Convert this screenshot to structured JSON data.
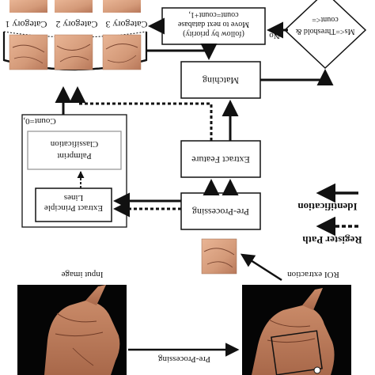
{
  "database": {
    "categories": [
      "Category 1",
      "Category 2",
      "Category 3"
    ]
  },
  "left_panel": {
    "count_init": "Count=0,",
    "classification_line1": "Palmprint",
    "classification_line2": "Classification",
    "principle_line1": "Extract Principle",
    "principle_line2": "Lines"
  },
  "pipeline": {
    "matching": "Matching",
    "extract_feature": "Extract Feature",
    "pre_processing": "Pre-Processing",
    "next_db_line1": "count=count+1,",
    "next_db_line2": "Move to next database",
    "next_db_line3": "(follow by priority)",
    "decision_line1": "count<=",
    "decision_line2": "Ms<=Threshold &",
    "no_label": "No"
  },
  "legend": {
    "identification": "Identification",
    "register": "Register Path"
  },
  "bottom": {
    "input_label": "Input image",
    "roi_label": "ROI extraction",
    "pre_label": "Pre-Processing"
  },
  "colors": {
    "line": "#111111",
    "hand_bg": "#050505",
    "skin_light": "#e3a886",
    "skin_mid": "#cc8d6e",
    "skin_dark": "#9c5c41",
    "classification_border": "#999999"
  }
}
